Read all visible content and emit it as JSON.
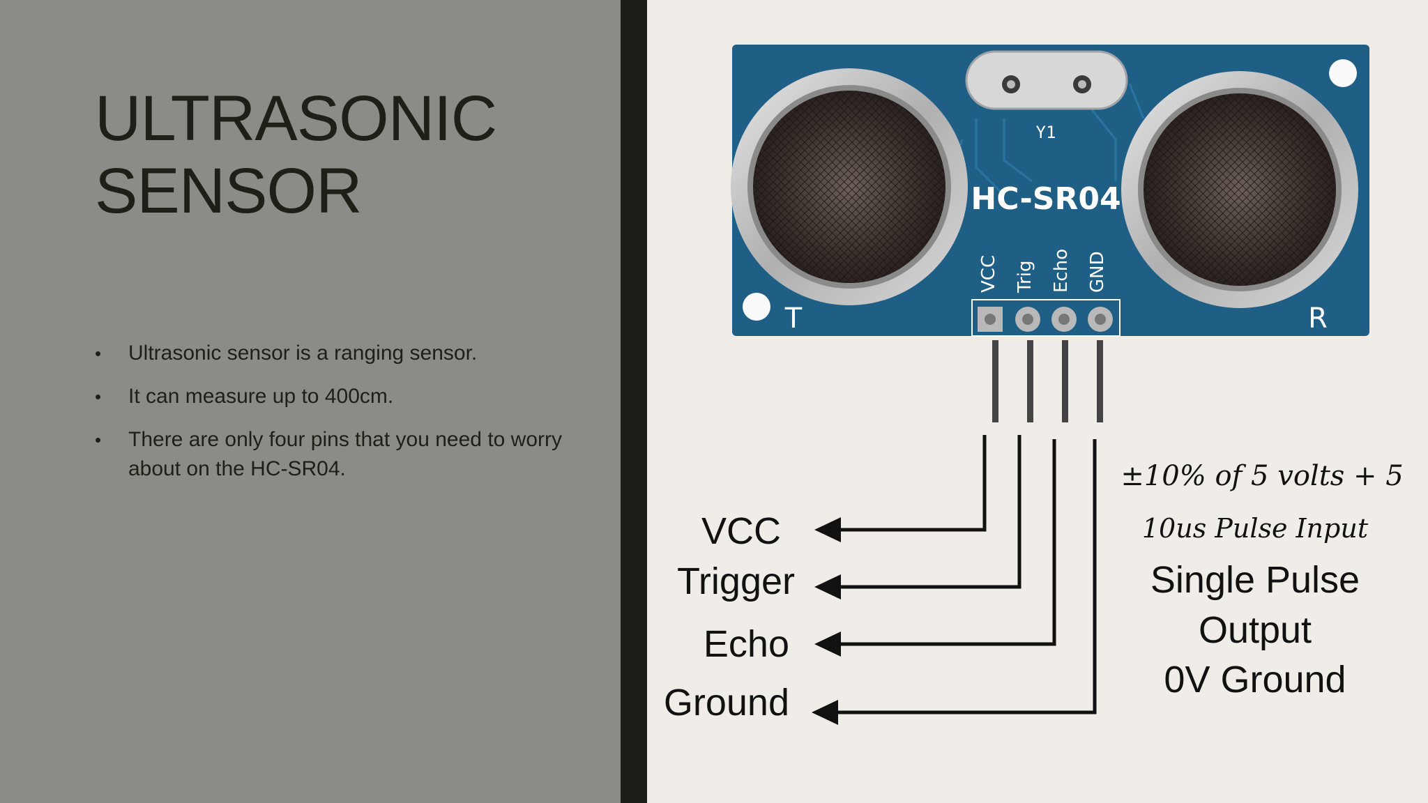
{
  "slide": {
    "title_line1": "ULTRASONIC",
    "title_line2": "SENSOR",
    "bullets": [
      "Ultrasonic sensor is a ranging sensor.",
      "It can measure up to 400cm.",
      "There are only four pins that you need to worry about on the HC-SR04."
    ],
    "bullet_glyph": "•"
  },
  "sensor": {
    "model": "HC-SR04",
    "crystal_label": "Y1",
    "transmitter_label": "T",
    "receiver_label": "R",
    "pin_silkscreen": [
      "VCC",
      "Trig",
      "Echo",
      "GND"
    ],
    "board_color": "#1f5f86"
  },
  "pins": [
    {
      "label": "VCC",
      "description": "±10% of 5 volts + 5"
    },
    {
      "label": "Trigger",
      "description": "10us Pulse Input"
    },
    {
      "label": "Echo",
      "description": "Single Pulse Output"
    },
    {
      "label": "Ground",
      "description": "0V Ground"
    }
  ]
}
